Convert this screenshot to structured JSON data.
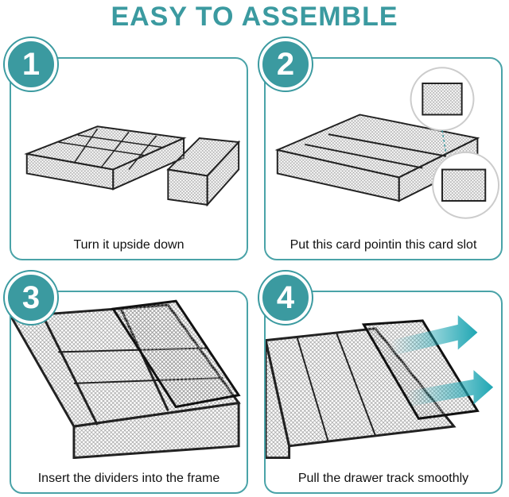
{
  "title": "EASY TO ASSEMBLE",
  "steps": [
    {
      "number": "1",
      "caption": "Turn it upside down"
    },
    {
      "number": "2",
      "caption": "Put this card pointin this card slot"
    },
    {
      "number": "3",
      "caption": "Insert the dividers into the frame"
    },
    {
      "number": "4",
      "caption": "Pull the drawer track smoothly"
    }
  ],
  "colors": {
    "accent": "#3b9aa0",
    "frame": "#222222",
    "mesh": "#9a9a9a",
    "arrow": "#1fa6b3"
  }
}
